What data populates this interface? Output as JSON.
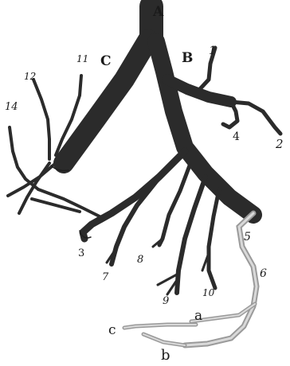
{
  "labels": {
    "A": "A",
    "B": "B",
    "C_upper": "C",
    "n1": "1",
    "n2": "2",
    "n3": "3",
    "n4": "4",
    "n5": "5",
    "n6": "6",
    "n7": "7",
    "n8": "8",
    "n9": "9",
    "n10": "10",
    "n11": "11",
    "n12": "12",
    "n14": "14",
    "a": "a",
    "b": "b",
    "c_lower": "c"
  },
  "colors": {
    "vessel": "#2b2b2b",
    "secondary_vessel": "#9a9a9a",
    "background": "#ffffff"
  }
}
